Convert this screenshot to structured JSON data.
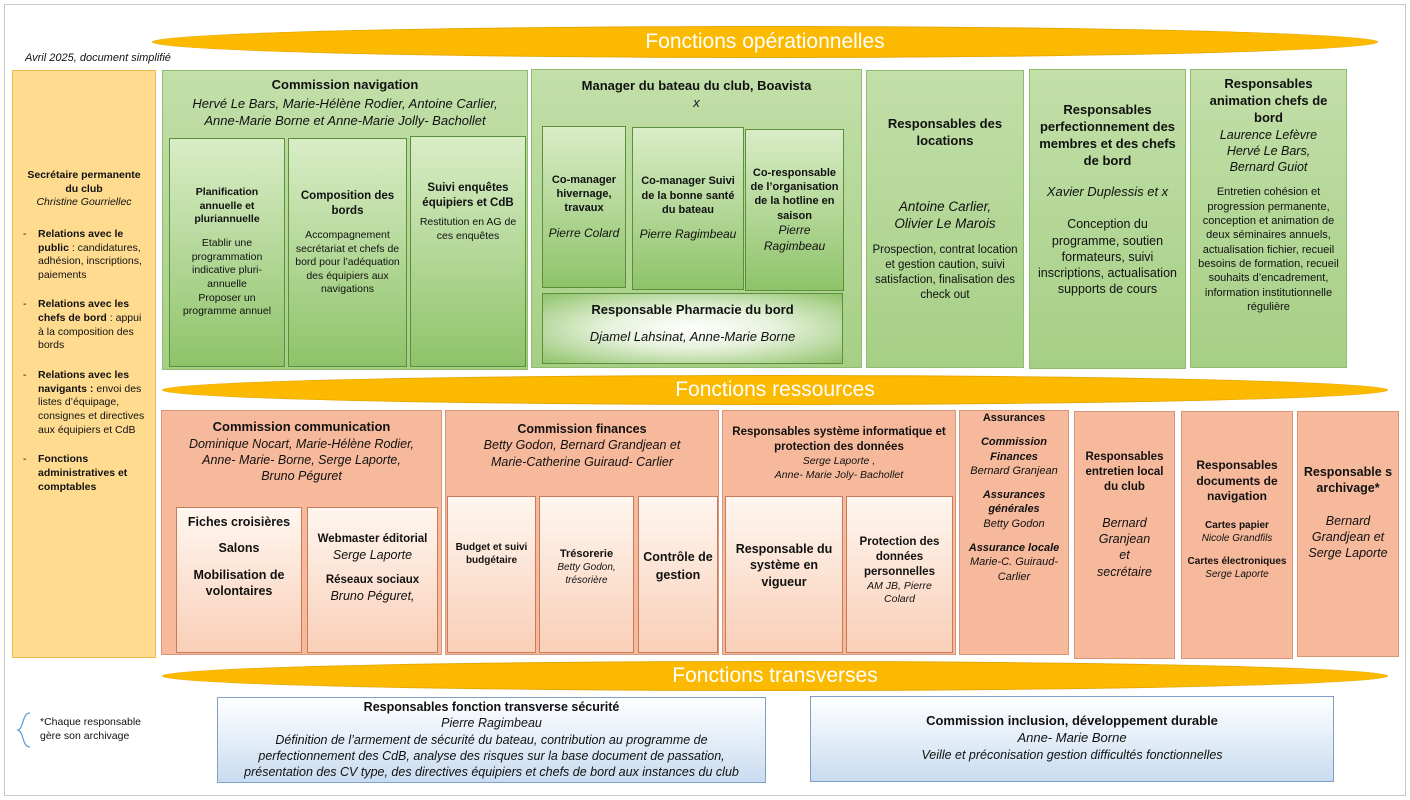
{
  "date_note": "Avril 2025, document simplifié",
  "banners": {
    "ops": "Fonctions opérationnelles",
    "res": "Fonctions ressources",
    "trans": "Fonctions transverses"
  },
  "secretary": {
    "title": "Secrétaire permanente du club",
    "name": "Christine Gourriellec",
    "items": [
      {
        "bold": "Relations avec le public",
        "rest": " : candidatures, adhésion, inscriptions, paiements"
      },
      {
        "bold": "Relations avec les chefs de bord",
        "rest": " : appui à la composition des bords"
      },
      {
        "bold": "Relations avec les navigants :",
        "rest": " envoi des listes d’équipage, consignes et directives  aux équipiers et CdB"
      },
      {
        "bold": "Fonctions administratives et comptables",
        "rest": ""
      }
    ]
  },
  "nav": {
    "title": "Commission navigation",
    "members_line1": "Hervé Le Bars, Marie-Hélène Rodier, Antoine Carlier,",
    "members_line2": "Anne-Marie Borne et Anne-Marie Jolly- Bachollet",
    "sub1": {
      "title": "Planification annuelle et pluriannuelle",
      "text": "Etablir une programmation indicative pluri-annuelle",
      "text2": "Proposer un programme annuel"
    },
    "sub2": {
      "title": "Composition des bords",
      "text": "Accompagnement secrétariat et chefs de bord pour l’adéquation des équipiers aux navigations"
    },
    "sub3": {
      "title": "Suivi enquêtes équipiers et CdB",
      "text": "Restitution en AG de ces enquêtes"
    }
  },
  "manager": {
    "title": "Manager du bateau du club, Boavista",
    "name": "x",
    "sub1": {
      "title": "Co-manager hivernage, travaux",
      "name": "Pierre Colard"
    },
    "sub2": {
      "title": "Co-manager Suivi de la bonne santé du bateau",
      "name": "Pierre Ragimbeau"
    },
    "sub3": {
      "title": "Co-responsable de l’organisation de la hotline en saison",
      "name": "Pierre Ragimbeau"
    },
    "pharmacy": {
      "title": "Responsable Pharmacie du bord",
      "names": "Djamel Lahsinat, Anne-Marie Borne"
    }
  },
  "locations": {
    "title": "Responsables des locations",
    "names_line1": "Antoine Carlier,",
    "names_line2": "Olivier Le Marois",
    "text": "Prospection, contrat location et gestion caution, suivi satisfaction, finalisation des  check out"
  },
  "perf": {
    "title": "Responsables perfectionnement des membres et des chefs de bord",
    "names": "Xavier Duplessis et x",
    "text": "Conception du programme, soutien formateurs, suivi inscriptions, actualisation supports de cours"
  },
  "anim": {
    "title": "Responsables animation chefs de bord",
    "name1": "Laurence Lefèvre",
    "name2": "Hervé Le Bars,",
    "name3": "Bernard Guiot",
    "text": "Entretien cohésion et progression permanente, conception et animation de deux séminaires annuels, actualisation fichier, recueil besoins de formation, recueil souhaits d’encadrement, information institutionnelle régulière"
  },
  "comm": {
    "title": "Commission communication",
    "members1": "Dominique Nocart, Marie-Hélène Rodier,",
    "members2": "Anne- Marie- Borne, Serge Laporte,",
    "members3": "Bruno Péguret",
    "sub1": {
      "l1": "Fiches croisières",
      "l2": "Salons",
      "l3": "Mobilisation de volontaires"
    },
    "sub2": {
      "t1": "Webmaster éditorial",
      "n1": "Serge Laporte",
      "t2": "Réseaux sociaux",
      "n2": "Bruno Péguret,"
    }
  },
  "fin": {
    "title": "Commission finances",
    "members1": "Betty Godon, Bernard Grandjean et",
    "members2": "Marie-Catherine Guiraud- Carlier",
    "sub1": {
      "title": "Budget et suivi budgétaire"
    },
    "sub2": {
      "title": "Trésorerie",
      "name": "Betty Godon, trésorière"
    },
    "sub3": {
      "title": "Contrôle de gestion"
    }
  },
  "si": {
    "title": "Responsables système informatique et protection des données",
    "members1": "Serge Laporte ,",
    "members2": "Anne- Marie Joly- Bachollet",
    "sub1": {
      "title": "Responsable du système en vigueur"
    },
    "sub2": {
      "title": "Protection des données personnelles",
      "name": "AM JB, Pierre Colard"
    }
  },
  "assur": {
    "title": "Assurances",
    "s1": {
      "t": "Commission Finances",
      "n": "Bernard Granjean"
    },
    "s2": {
      "t": "Assurances générales",
      "n": "Betty Godon"
    },
    "s3": {
      "t": "Assurance locale",
      "n": "Marie-C. Guiraud-Carlier"
    }
  },
  "local": {
    "title": "Responsables entretien local du club",
    "names": "Bernard Granjean",
    "et": "et",
    "names2": "secrétaire"
  },
  "docs": {
    "title": "Responsables documents de navigation",
    "t1": "Cartes papier",
    "n1": "Nicole Grandfils",
    "t2": "Cartes électroniques",
    "n2": "Serge Laporte"
  },
  "archive": {
    "title": "Responsable s  archivage*",
    "names": "Bernard Grandjean et Serge Laporte"
  },
  "footnote": "*Chaque responsable gère son archivage",
  "security": {
    "title": "Responsables fonction transverse sécurité",
    "name": "Pierre Ragimbeau",
    "text": "Définition de l’armement de sécurité du bateau, contribution au programme de perfectionnement des CdB, analyse des risques sur la base document de passation, présentation des CV type, des directives équipiers et chefs de bord aux instances du club"
  },
  "inclusion": {
    "title": "Commission inclusion, développement durable",
    "name": "Anne- Marie Borne",
    "text": "Veille et préconisation gestion difficultés fonctionnelles"
  }
}
